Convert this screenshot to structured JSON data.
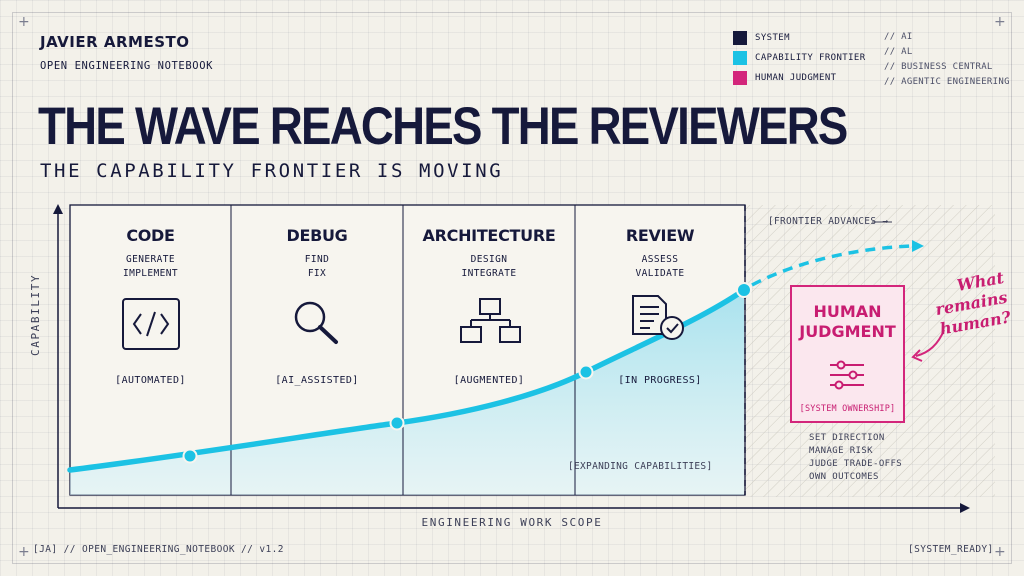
{
  "header": {
    "author": "JAVIER ARMESTO",
    "notebook": "OPEN ENGINEERING NOTEBOOK",
    "title": "THE WAVE REACHES THE REVIEWERS",
    "subtitle": "THE CAPABILITY FRONTIER IS MOVING"
  },
  "legend": [
    {
      "label": "SYSTEM",
      "color": "#16193b"
    },
    {
      "label": "CAPABILITY FRONTIER",
      "color": "#1cc2e4"
    },
    {
      "label": "HUMAN JUDGMENT",
      "color": "#d3267b"
    }
  ],
  "tags": [
    "// AI",
    "// AL",
    "// BUSINESS CENTRAL",
    "// AGENTIC ENGINEERING"
  ],
  "columns": [
    {
      "title": "CODE",
      "sub1": "GENERATE",
      "sub2": "IMPLEMENT",
      "icon": "code-icon",
      "status": "[AUTOMATED]"
    },
    {
      "title": "DEBUG",
      "sub1": "FIND",
      "sub2": "FIX",
      "icon": "magnifier-icon",
      "status": "[AI_ASSISTED]"
    },
    {
      "title": "ARCHITECTURE",
      "sub1": "DESIGN",
      "sub2": "INTEGRATE",
      "icon": "hierarchy-icon",
      "status": "[AUGMENTED]"
    },
    {
      "title": "REVIEW",
      "sub1": "ASSESS",
      "sub2": "VALIDATE",
      "icon": "document-check-icon",
      "status": "[IN PROGRESS]"
    }
  ],
  "axes": {
    "y_label": "CAPABILITY",
    "x_label": "ENGINEERING WORK SCOPE"
  },
  "frontier_advances": "[FRONTIER ADVANCES →",
  "expanding_capabilities": "[EXPANDING CAPABILITIES]",
  "human_judgment": {
    "title_line1": "HUMAN",
    "title_line2": "JUDGMENT",
    "icon": "sliders-icon",
    "status": "[SYSTEM OWNERSHIP]",
    "items": [
      "SET DIRECTION",
      "MANAGE RISK",
      "JUDGE TRADE-OFFS",
      "OWN OUTCOMES"
    ]
  },
  "annotation": {
    "line1": "What",
    "line2": "remains",
    "line3": "human?"
  },
  "footer": {
    "left": "[JA] // OPEN_ENGINEERING_NOTEBOOK // v1.2",
    "right": "[SYSTEM_READY]"
  },
  "colors": {
    "navy": "#16193b",
    "cyan": "#1cc2e4",
    "magenta": "#d3267b"
  }
}
